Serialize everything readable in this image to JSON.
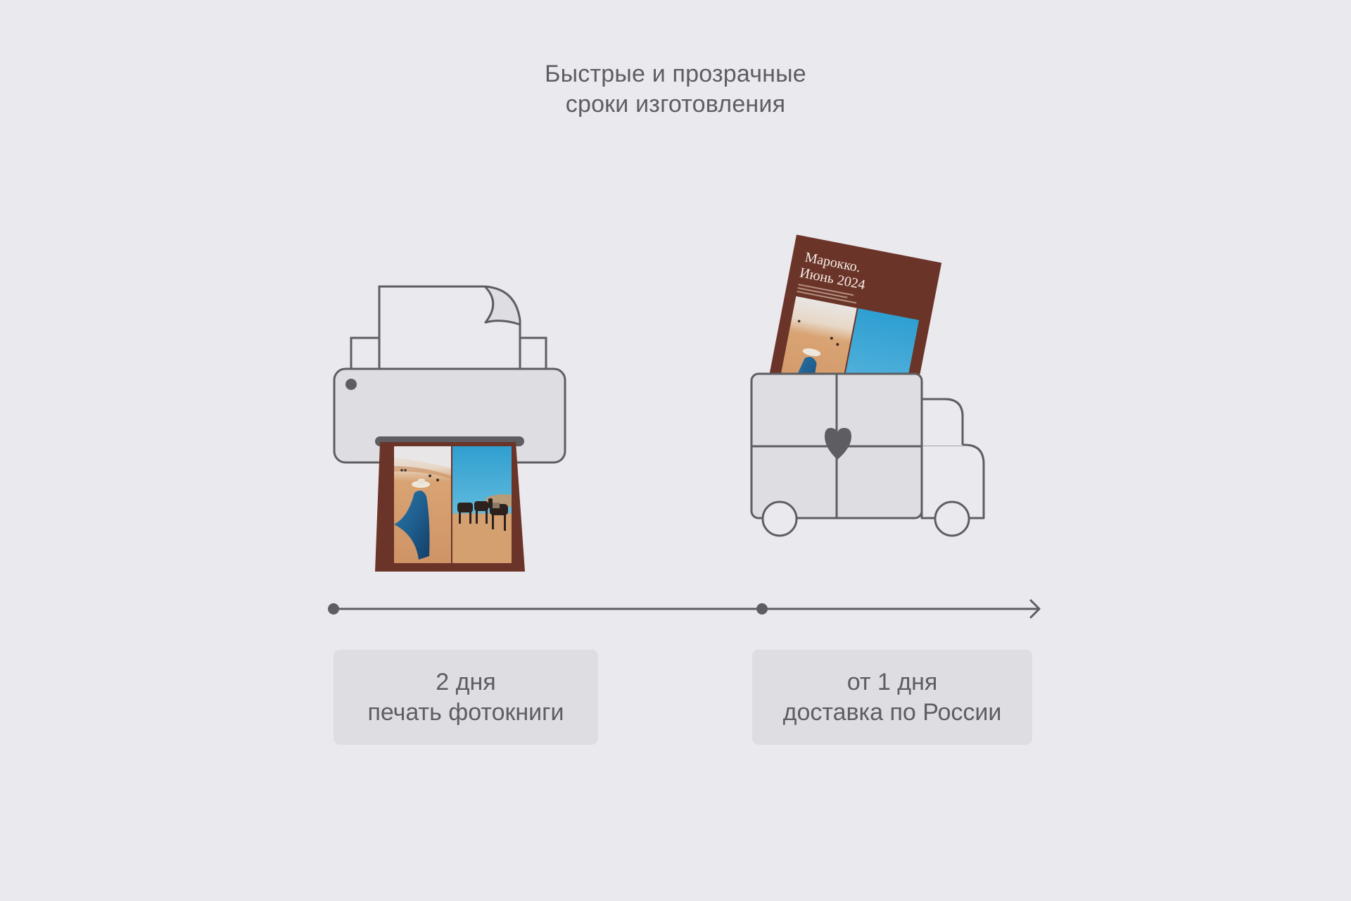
{
  "header": {
    "title_line1": "Быстрые и прозрачные",
    "title_line2": "сроки изготовления"
  },
  "steps": [
    {
      "icon": "printer-icon",
      "duration": "2 дня",
      "description": "печать фотокниги"
    },
    {
      "icon": "delivery-truck-icon",
      "duration": "от 1 дня",
      "description": "доставка по России"
    }
  ],
  "photobook": {
    "cover_title_line1": "Марокко.",
    "cover_title_line2": "Июнь 2024"
  },
  "colors": {
    "background": "#eae9ee",
    "stroke": "#5e5e62",
    "fill_light": "#dedde2",
    "book_cover": "#6b3428",
    "sand": "#d9a070",
    "sky": "#3aa6d4"
  }
}
